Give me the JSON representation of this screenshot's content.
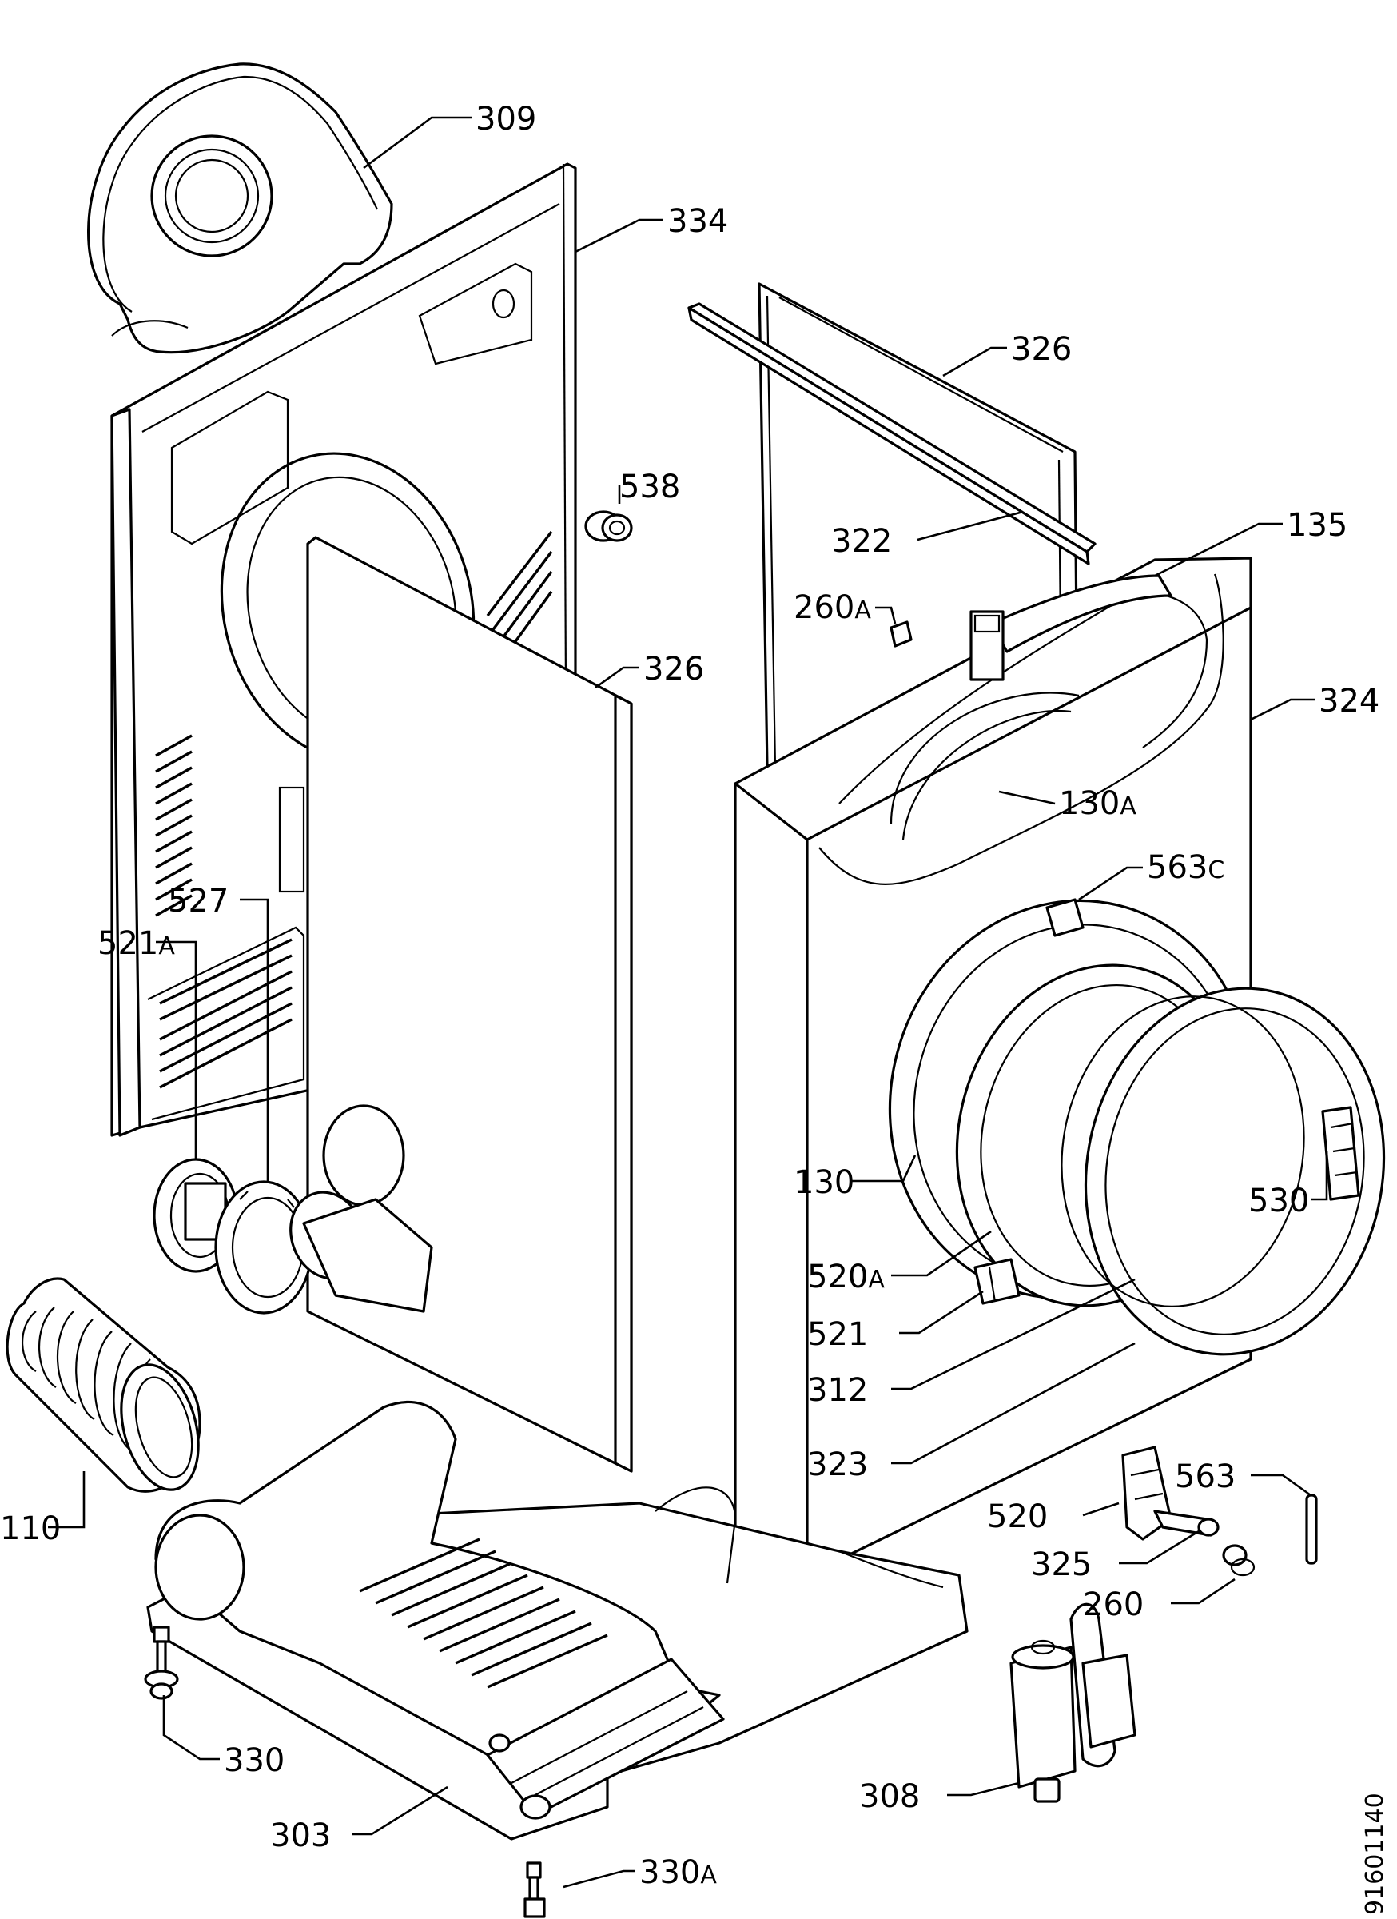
{
  "drawing_code": "91601140",
  "callouts": [
    {
      "id": "309",
      "text": "309"
    },
    {
      "id": "334",
      "text": "334"
    },
    {
      "id": "326_top",
      "text": "326"
    },
    {
      "id": "538",
      "text": "538"
    },
    {
      "id": "322",
      "text": "322"
    },
    {
      "id": "135",
      "text": "135"
    },
    {
      "id": "260A",
      "text": "260",
      "suffix": "A"
    },
    {
      "id": "326_mid",
      "text": "326"
    },
    {
      "id": "324",
      "text": "324"
    },
    {
      "id": "130A",
      "text": "130",
      "suffix": "A"
    },
    {
      "id": "563C",
      "text": "563",
      "suffix": "C"
    },
    {
      "id": "527",
      "text": "527"
    },
    {
      "id": "521A",
      "text": "521",
      "suffix": "A"
    },
    {
      "id": "130",
      "text": "130"
    },
    {
      "id": "530",
      "text": "530"
    },
    {
      "id": "520A",
      "text": "520",
      "suffix": "A"
    },
    {
      "id": "521",
      "text": "521"
    },
    {
      "id": "312",
      "text": "312"
    },
    {
      "id": "323",
      "text": "323"
    },
    {
      "id": "110",
      "text": "110"
    },
    {
      "id": "563",
      "text": "563"
    },
    {
      "id": "520",
      "text": "520"
    },
    {
      "id": "325",
      "text": "325"
    },
    {
      "id": "260",
      "text": "260"
    },
    {
      "id": "330",
      "text": "330"
    },
    {
      "id": "308",
      "text": "308"
    },
    {
      "id": "303",
      "text": "303"
    },
    {
      "id": "330A",
      "text": "330",
      "suffix": "A"
    }
  ]
}
